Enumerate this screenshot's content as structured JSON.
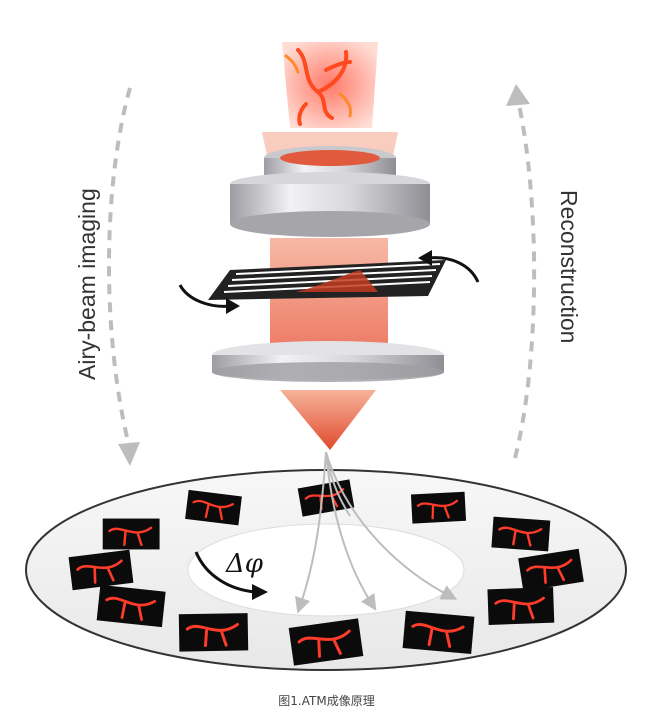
{
  "figure": {
    "left_label": "Airy-beam imaging",
    "right_label": "Reconstruction",
    "rotation_symbol": "Δφ",
    "caption": "图1.ATM成像原理"
  },
  "colors": {
    "beam_red": "#e8553a",
    "sample_red": "#ff3b2a",
    "arrow_gray": "#b5b5b5",
    "lens_silver": "#cfcfd2"
  },
  "icons": [
    "rotate-arrow-icon",
    "curved-arrow-icon"
  ]
}
